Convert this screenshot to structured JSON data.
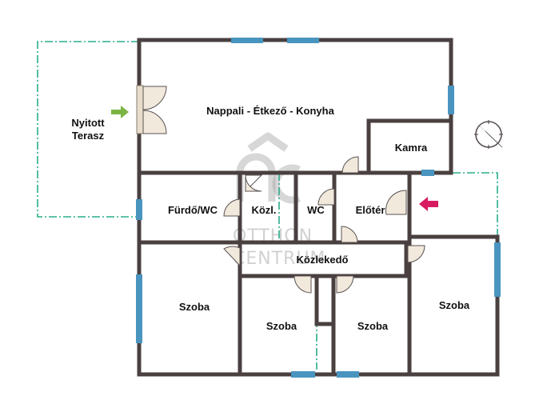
{
  "colors": {
    "wall": "#4a4040",
    "window": "#4a95c0",
    "dashed": "#2aae8c",
    "door_fill": "#f1e9dc",
    "door_stroke": "#5a5252",
    "arrow_left": "#7cb342",
    "arrow_right": "#d81b60",
    "watermark": "#9a9a9a"
  },
  "rooms": {
    "nappali": "Nappali - Étkező - Konyha",
    "terasz_line1": "Nyitott",
    "terasz_line2": "Terasz",
    "kamra": "Kamra",
    "furdo": "Fürdő/WC",
    "kozl": "Közl.",
    "wc": "WC",
    "eloter": "Előtér",
    "kozlekedo": "Közlekedő",
    "szoba_1": "Szoba",
    "szoba_2": "Szoba",
    "szoba_3": "Szoba",
    "szoba_4": "Szoba"
  },
  "watermark": {
    "line1": "OTTHON",
    "line2": "CENTRUM"
  },
  "icons": {
    "compass": "compass-icon",
    "entry_arrow_terrace": "arrow-right-icon",
    "entry_arrow_main": "arrow-left-icon"
  }
}
